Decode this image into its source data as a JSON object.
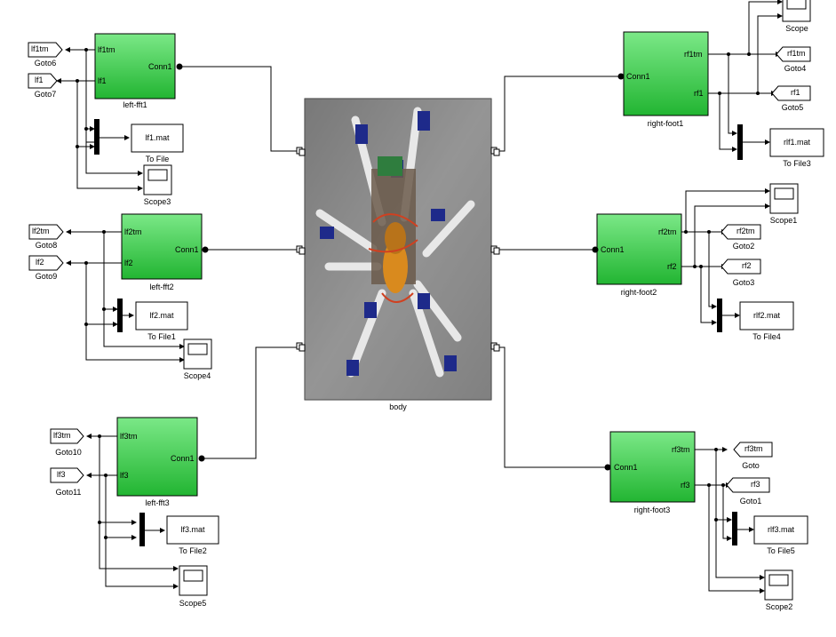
{
  "colors": {
    "subsystem_green": "#4fd65c",
    "line": "#000000",
    "background": "#ffffff"
  },
  "body_block": {
    "label": "body"
  },
  "left_subsystems": [
    {
      "name": "left-fft1",
      "in_ports": [],
      "out_ports": [
        "lf1tm",
        "lf1"
      ],
      "conn": "Conn1",
      "gotos": [
        {
          "tag": "lf1tm",
          "name": "Goto6"
        },
        {
          "tag": "lf1",
          "name": "Goto7"
        }
      ],
      "mux": true,
      "file": {
        "text": "lf1.mat",
        "name": "To File"
      },
      "scope": {
        "name": "Scope3"
      }
    },
    {
      "name": "left-fft2",
      "out_ports": [
        "lf2tm",
        "lf2"
      ],
      "conn": "Conn1",
      "gotos": [
        {
          "tag": "lf2tm",
          "name": "Goto8"
        },
        {
          "tag": "lf2",
          "name": "Goto9"
        }
      ],
      "mux": true,
      "file": {
        "text": "lf2.mat",
        "name": "To File1"
      },
      "scope": {
        "name": "Scope4"
      }
    },
    {
      "name": "left-fft3",
      "out_ports": [
        "lf3tm",
        "lf3"
      ],
      "conn": "Conn1",
      "gotos": [
        {
          "tag": "lf3tm",
          "name": "Goto10"
        },
        {
          "tag": "lf3",
          "name": "Goto11"
        }
      ],
      "mux": true,
      "file": {
        "text": "lf3.mat",
        "name": "To File2"
      },
      "scope": {
        "name": "Scope5"
      }
    }
  ],
  "right_subsystems": [
    {
      "name": "right-foot1",
      "out_ports": [
        "rf1tm",
        "rf1"
      ],
      "conn": "Conn1",
      "gotos": [
        {
          "tag": "rf1tm",
          "name": "Goto4"
        },
        {
          "tag": "rf1",
          "name": "Goto5"
        }
      ],
      "file": {
        "text": "rlf1.mat",
        "name": "To File3"
      },
      "scope": {
        "name": "Scope"
      }
    },
    {
      "name": "right-foot2",
      "out_ports": [
        "rf2tm",
        "rf2"
      ],
      "conn": "Conn1",
      "gotos": [
        {
          "tag": "rf2tm",
          "name": "Goto2"
        },
        {
          "tag": "rf2",
          "name": "Goto3"
        }
      ],
      "file": {
        "text": "rlf2.mat",
        "name": "To File4"
      },
      "scope": {
        "name": "Scope1"
      }
    },
    {
      "name": "right-foot3",
      "out_ports": [
        "rf3tm",
        "rf3"
      ],
      "conn": "Conn1",
      "gotos": [
        {
          "tag": "rf3tm",
          "name": "Goto"
        },
        {
          "tag": "rf3",
          "name": "Goto1"
        }
      ],
      "file": {
        "text": "rlf3.mat",
        "name": "To File5"
      },
      "scope": {
        "name": "Scope2"
      }
    }
  ]
}
